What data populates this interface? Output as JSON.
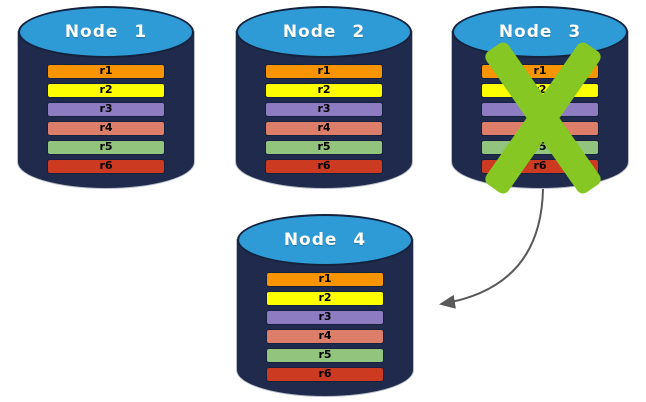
{
  "diagram": {
    "nodes": [
      {
        "id": "node1",
        "label": "Node 1",
        "failed": false
      },
      {
        "id": "node2",
        "label": "Node 2",
        "failed": false
      },
      {
        "id": "node3",
        "label": "Node 3",
        "failed": true
      },
      {
        "id": "node4",
        "label": "Node 4",
        "failed": false
      }
    ],
    "rows": [
      {
        "label": "r1",
        "color": "#F79400"
      },
      {
        "label": "r2",
        "color": "#FDFE00"
      },
      {
        "label": "r3",
        "color": "#8E7CC3"
      },
      {
        "label": "r4",
        "color": "#DD7E6B"
      },
      {
        "label": "r5",
        "color": "#93C47D"
      },
      {
        "label": "r6",
        "color": "#CC3A22"
      }
    ],
    "arrow": {
      "from": "Node 3",
      "to": "Node 4"
    },
    "colors": {
      "cylinder_body": "#1F2A4C",
      "cylinder_top": "#2E9BD6",
      "outline": "#15223E",
      "bar_border": "#16213D",
      "x_mark": "#86C724",
      "arrow": "#595959"
    }
  }
}
